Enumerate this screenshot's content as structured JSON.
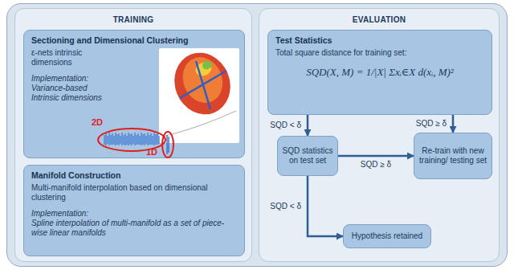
{
  "diagram": {
    "nodes": [
      {
        "text": [
          "TRAINING"
        ]
      },
      {
        "text": [
          "Sectioning and Dimensional Clustering",
          "ε-nets intrinsic dimensions",
          "Implementation:",
          "Variance-based Intrinsic dimensions"
        ],
        "in": 0
      },
      {
        "text": [
          "Manifold Construction",
          "Multi-manifold interpolation based on dimensional clustering",
          "Implementation:",
          "Spline interpolation of multi-manifold as a set of piece-wise linear manifolds"
        ],
        "in": 0
      },
      {
        "text": [
          "EVALUATION"
        ]
      },
      {
        "text": [
          "Test Statistics",
          "Total square distance for training set:",
          "SQD(X, M) = 1/|X| Σxᵢ∈X d(xᵢ, M)²"
        ],
        "in": 3
      },
      {
        "text": [
          "SQD statistics on test set"
        ],
        "in": 3
      },
      {
        "text": [
          "Re-train with new training/ testing set"
        ],
        "in": 3
      },
      {
        "text": [
          "Hypothesis retained"
        ],
        "in": 3
      }
    ],
    "edges": [
      {
        "from": 4,
        "to": 5,
        "label": "SQD < δ",
        "arrow": "to"
      },
      {
        "from": 4,
        "to": 6,
        "label": "SQD ≥ δ",
        "arrow": "to"
      },
      {
        "from": 5,
        "to": 6,
        "label": "SQD ≥ δ",
        "arrow": "to"
      },
      {
        "from": 5,
        "to": 7,
        "label": "SQD < δ",
        "arrow": "to"
      }
    ],
    "labels": [
      "2D",
      "1D"
    ]
  }
}
